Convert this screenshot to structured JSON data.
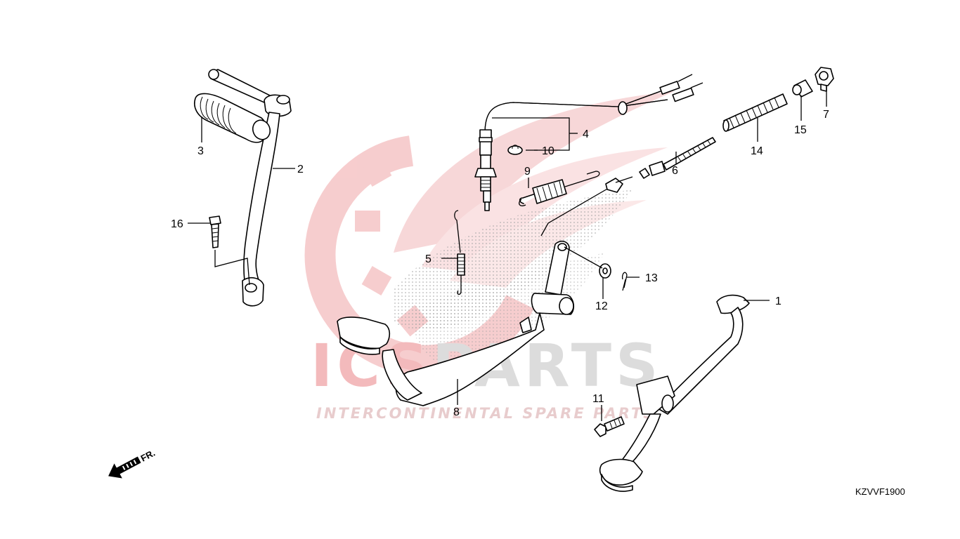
{
  "diagram_code": "KZVVF1900",
  "front_arrow_label": "FR.",
  "watermark": {
    "brand": "ICSPARTS",
    "brand_accent": "ICS",
    "brand_rest": "PARTS",
    "tagline": "INTERCONTINENTAL SPARE PARTS",
    "color_red": "#e8494d",
    "color_grey": "#b5b5b5"
  },
  "callouts": [
    {
      "id": "1",
      "text": "1"
    },
    {
      "id": "2",
      "text": "2"
    },
    {
      "id": "3",
      "text": "3"
    },
    {
      "id": "4",
      "text": "4"
    },
    {
      "id": "5",
      "text": "5"
    },
    {
      "id": "6",
      "text": "6"
    },
    {
      "id": "7",
      "text": "7"
    },
    {
      "id": "8",
      "text": "8"
    },
    {
      "id": "9",
      "text": "9"
    },
    {
      "id": "10",
      "text": "10"
    },
    {
      "id": "11",
      "text": "11"
    },
    {
      "id": "12",
      "text": "12"
    },
    {
      "id": "13",
      "text": "13"
    },
    {
      "id": "14",
      "text": "14"
    },
    {
      "id": "15",
      "text": "15"
    },
    {
      "id": "16",
      "text": "16"
    }
  ]
}
